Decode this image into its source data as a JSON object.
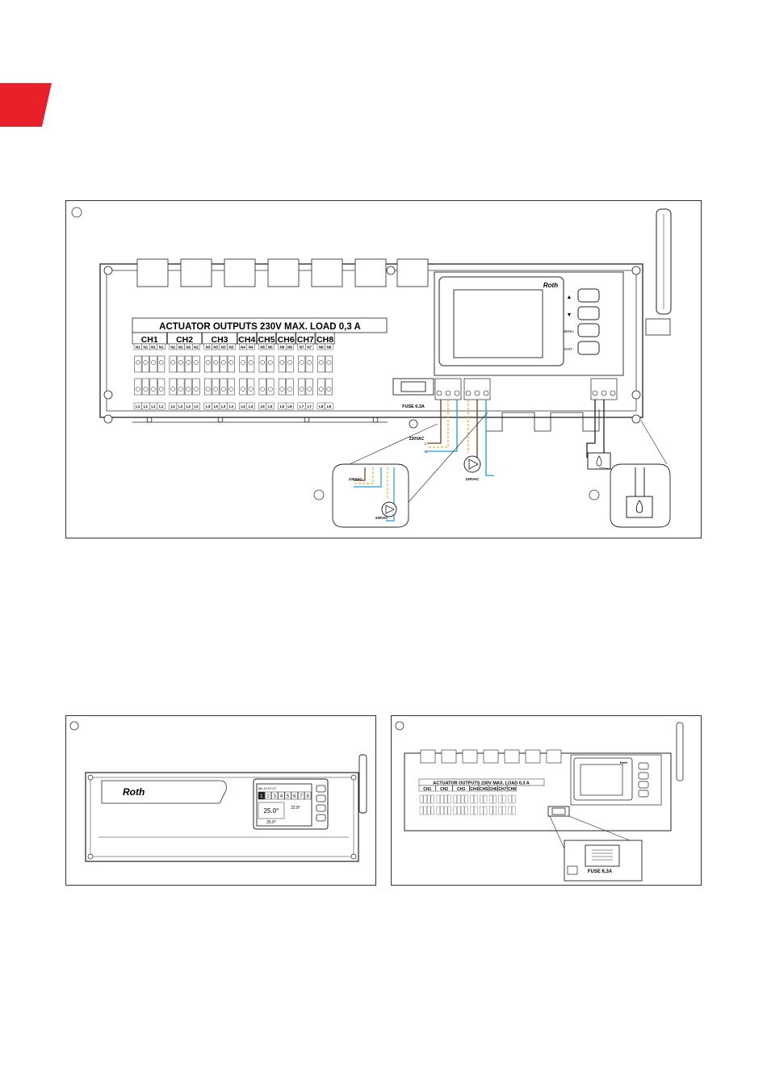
{
  "colors": {
    "accent_red": "#e8202a",
    "wire_blue": "#1e9bd7",
    "wire_yellow": "#e9b12b",
    "wire_brown": "#6b3a1f"
  },
  "fig1": {
    "banner": "ACTUATOR OUTPUTS 230V MAX. LOAD 0,3 A",
    "channels": [
      "CH1",
      "CH2",
      "CH3",
      "CH4",
      "CH5",
      "CH6",
      "CH7",
      "CH8"
    ],
    "n_labels": [
      [
        "N1",
        "N1",
        "N1",
        "N1"
      ],
      [
        "N2",
        "N2",
        "N2",
        "N2"
      ],
      [
        "N3",
        "N3",
        "N3",
        "N3"
      ],
      [
        "N4",
        "N4"
      ],
      [
        "N5",
        "N5"
      ],
      [
        "N6",
        "N6"
      ],
      [
        "N7",
        "N7"
      ],
      [
        "N8",
        "N8"
      ]
    ],
    "l_labels": [
      [
        "L1",
        "L1",
        "L1",
        "L1"
      ],
      [
        "L2",
        "L2",
        "L2",
        "L2"
      ],
      [
        "L3",
        "L3",
        "L3",
        "L3"
      ],
      [
        "L4",
        "L4"
      ],
      [
        "L5",
        "L5"
      ],
      [
        "L6",
        "L6"
      ],
      [
        "L7",
        "L7"
      ],
      [
        "L8",
        "L8"
      ]
    ],
    "fuse_label": "FUSE 6,3A",
    "brand": "Roth",
    "buttons": [
      "▲",
      "▼",
      "MENU",
      "EXIT"
    ],
    "supply_label": "230VAC",
    "phase_labels": [
      "L",
      "N"
    ],
    "pump_label": "230VAC"
  },
  "fig2": {
    "brand": "Roth",
    "display_rows": [
      "Mo 11:07:27",
      "1 2 3 4 5 6 7 8",
      "25.0°",
      "22.8°",
      "25.0°"
    ],
    "zones": [
      "1",
      "2",
      "3",
      "4",
      "5",
      "6",
      "7",
      "8"
    ],
    "main_temp": "25.0°",
    "set_temp": "22.8°",
    "floor_temp": "25.0°"
  },
  "fig3": {
    "banner": "ACTUATOR OUTPUTS 230V MAX. LOAD 0,3 A",
    "channels": [
      "CH1",
      "CH2",
      "CH3",
      "CH4",
      "CH5",
      "CH6",
      "CH7",
      "CH8"
    ],
    "brand": "Roth",
    "fuse_zoom_label": "FUSE 6,3A"
  }
}
